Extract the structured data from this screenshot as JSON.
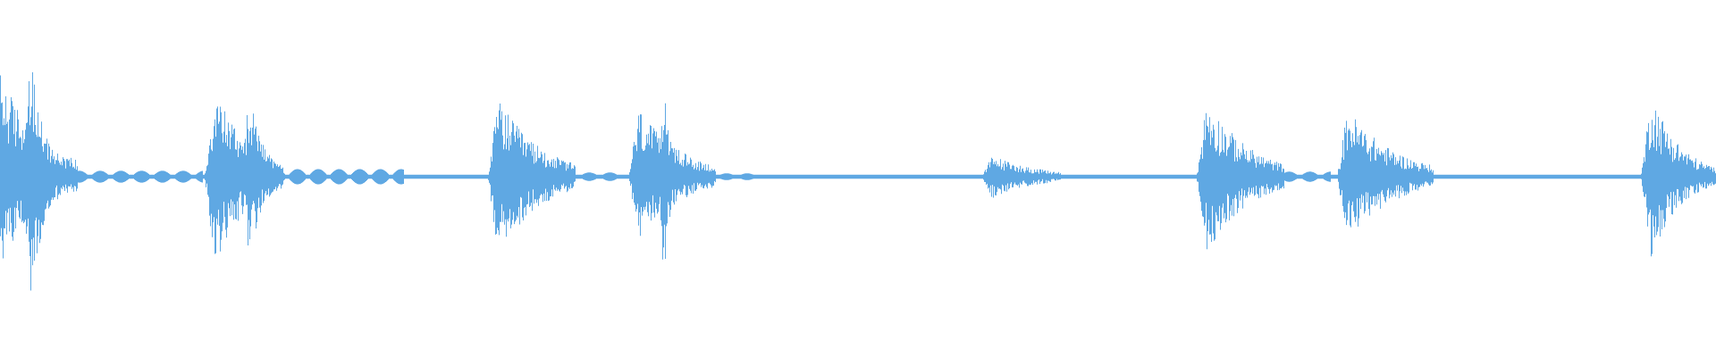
{
  "waveform": {
    "color": "#5fa8e3",
    "background": "#ffffff",
    "baseline_level": 0.012,
    "bursts": [
      {
        "time": 0.0,
        "peak_up": 0.62,
        "peak_down": 0.52,
        "duration": 0.045,
        "decay": 0.55
      },
      {
        "time": 0.018,
        "peak_up": 0.73,
        "peak_down": 0.73,
        "duration": 0.02,
        "decay": 0.4
      },
      {
        "time": 0.125,
        "peak_up": 0.55,
        "peak_down": 0.52,
        "duration": 0.04,
        "decay": 0.5
      },
      {
        "time": 0.145,
        "peak_up": 0.5,
        "peak_down": 0.5,
        "duration": 0.02,
        "decay": 0.45
      },
      {
        "time": 0.29,
        "peak_up": 0.47,
        "peak_down": 0.47,
        "duration": 0.045,
        "decay": 0.55
      },
      {
        "time": 0.372,
        "peak_up": 0.41,
        "peak_down": 0.38,
        "duration": 0.045,
        "decay": 0.55
      },
      {
        "time": 0.387,
        "peak_up": 0.58,
        "peak_down": 0.6,
        "duration": 0.01,
        "decay": 0.35
      },
      {
        "time": 0.578,
        "peak_up": 0.13,
        "peak_down": 0.13,
        "duration": 0.04,
        "decay": 0.65
      },
      {
        "time": 0.703,
        "peak_up": 0.47,
        "peak_down": 0.45,
        "duration": 0.045,
        "decay": 0.55
      },
      {
        "time": 0.785,
        "peak_up": 0.41,
        "peak_down": 0.38,
        "duration": 0.05,
        "decay": 0.55
      },
      {
        "time": 0.962,
        "peak_up": 0.51,
        "peak_down": 0.48,
        "duration": 0.038,
        "decay": 0.45
      }
    ],
    "ripples": [
      {
        "start": 0.04,
        "end": 0.118,
        "level": 0.035
      },
      {
        "start": 0.155,
        "end": 0.235,
        "level": 0.045
      },
      {
        "start": 0.325,
        "end": 0.362,
        "level": 0.025
      },
      {
        "start": 0.405,
        "end": 0.44,
        "level": 0.02
      },
      {
        "start": 0.745,
        "end": 0.775,
        "level": 0.03
      }
    ]
  }
}
